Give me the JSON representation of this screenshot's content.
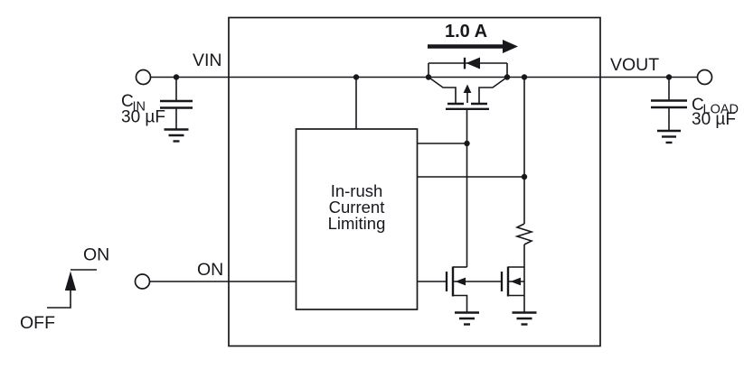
{
  "figure": {
    "description": "Load switch block diagram with in-rush current limiting",
    "background_color": "#ffffff",
    "line_color": "#17171c",
    "text_color": "#17171e"
  },
  "pins": {
    "vin_label": "VIN",
    "vout_label": "VOUT",
    "on_label": "ON"
  },
  "current_annotation": {
    "label": "1.0 A"
  },
  "inrush_block": {
    "lines": [
      "In-rush",
      "Current",
      "Limiting"
    ]
  },
  "cap_in": {
    "ref": "C",
    "ref_sub": "IN",
    "value": "30 µF"
  },
  "cap_load": {
    "ref": "C",
    "ref_sub": "LOAD",
    "value": "30 µF"
  },
  "on_waveform": {
    "high_label": "ON",
    "low_label": "OFF"
  }
}
